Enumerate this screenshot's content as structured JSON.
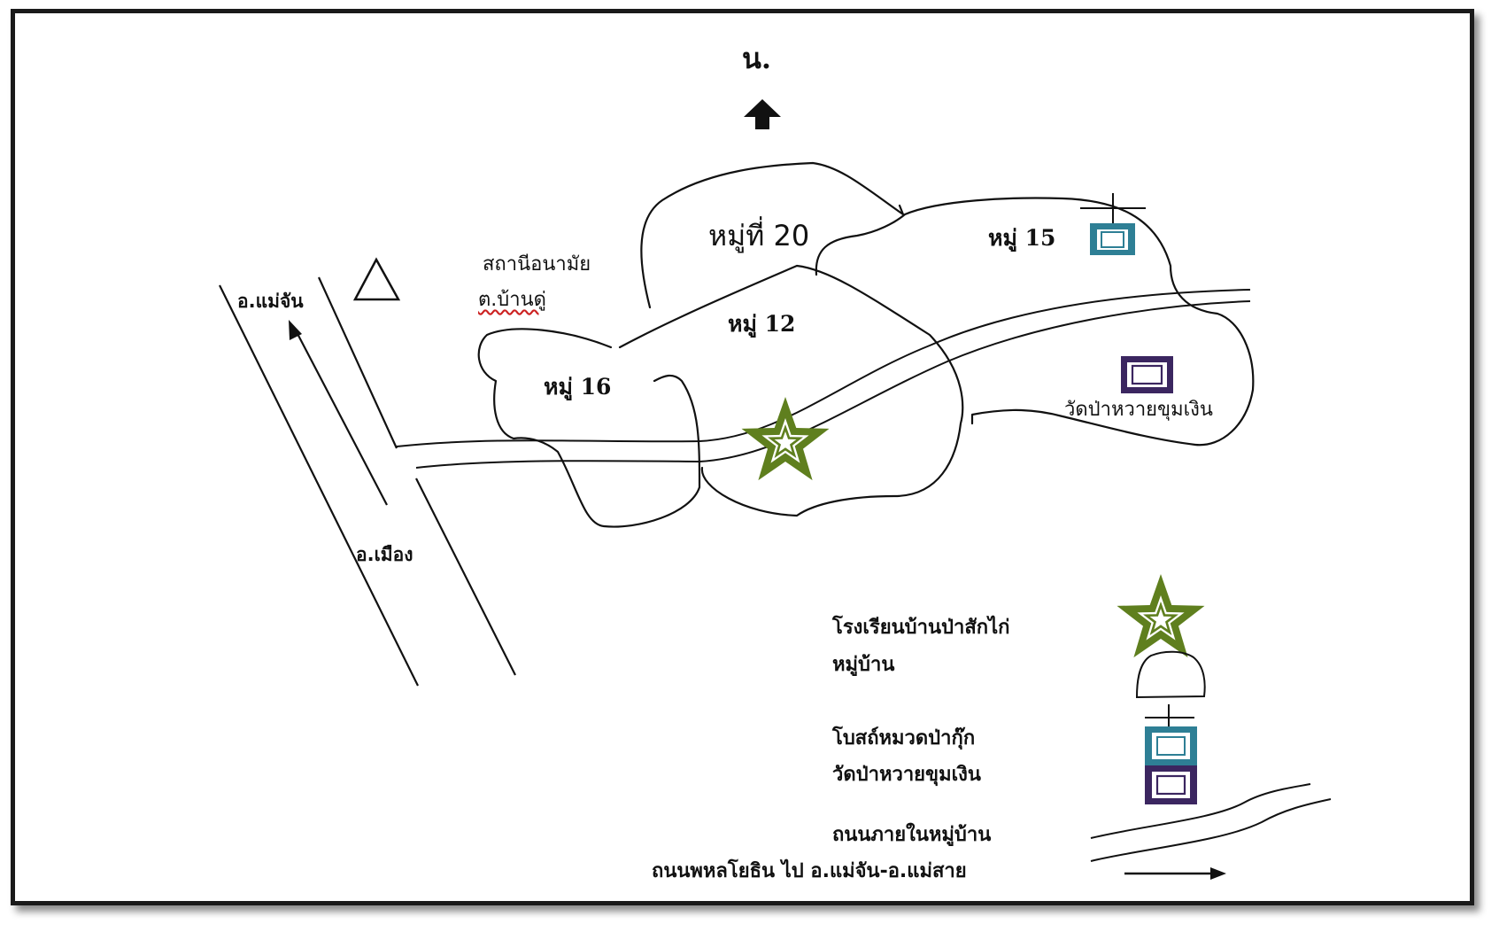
{
  "compass": {
    "north_label": "น."
  },
  "villages": {
    "moo20": "หมู่ที่ 20",
    "moo15": "หมู่ 15",
    "moo12": "หมู่ 12",
    "moo16": "หมู่ 16"
  },
  "places": {
    "health_station_line1": "สถานีอนามัย",
    "health_station_line2": "ต.บ้านดู่",
    "temple": "วัดป่าหวายขุมเงิน"
  },
  "highway": {
    "to_mae_chan": "อ.แม่จัน",
    "to_mueang": "อ.เมือง"
  },
  "legend": {
    "school": "โรงเรียนบ้านป่าสักไก่",
    "village": "หมู่บ้าน",
    "shrine": "โบสถ์หมวดป่ากุ๊ก",
    "temple": "วัดป่าหวายขุมเงิน",
    "village_road": "ถนนภายในหมู่บ้าน",
    "highway": "ถนนพหลโยธิน ไป อ.แม่จัน-อ.แม่สาย"
  },
  "colors": {
    "star": "#5f7f1e",
    "shrine": "#2e7f95",
    "temple": "#3b2660",
    "ink": "#111111"
  },
  "icons": {
    "north": "up-arrow-icon",
    "school": "star-icon",
    "health": "triangle-icon",
    "shrine": "cross-square-icon",
    "temple": "double-square-icon"
  }
}
